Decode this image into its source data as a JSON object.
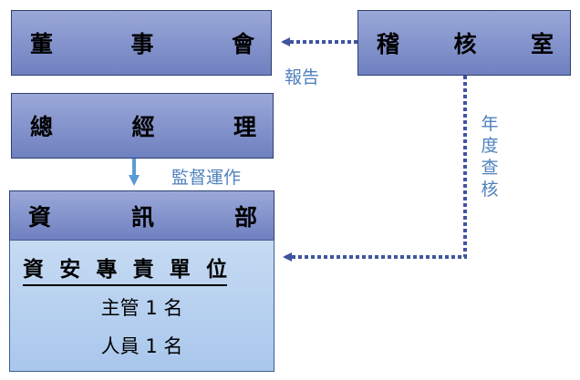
{
  "nodes": {
    "board": {
      "chars": [
        "董",
        "事",
        "會"
      ]
    },
    "audit": {
      "chars": [
        "稽",
        "核",
        "室"
      ]
    },
    "gm": {
      "chars": [
        "總",
        "經",
        "理"
      ]
    },
    "it": {
      "chars": [
        "資",
        "訊",
        "部"
      ]
    },
    "security_unit": {
      "title_chars": [
        "資",
        "安",
        "專",
        "責",
        "單",
        "位"
      ],
      "supervisor": "主管 1 名",
      "staff": "人員 1 名"
    }
  },
  "edges": {
    "report": "報告",
    "supervise": "監督運作",
    "annual_audit": [
      "年",
      "度",
      "查",
      "核"
    ]
  },
  "colors": {
    "box_top": "#9aa8d8",
    "box_bottom": "#6f80c0",
    "sub_box": "#b7d0ef",
    "dotted_arrow": "#3f55a0",
    "solid_arrow": "#5b9bd5",
    "note_text": "#4f81bd"
  }
}
